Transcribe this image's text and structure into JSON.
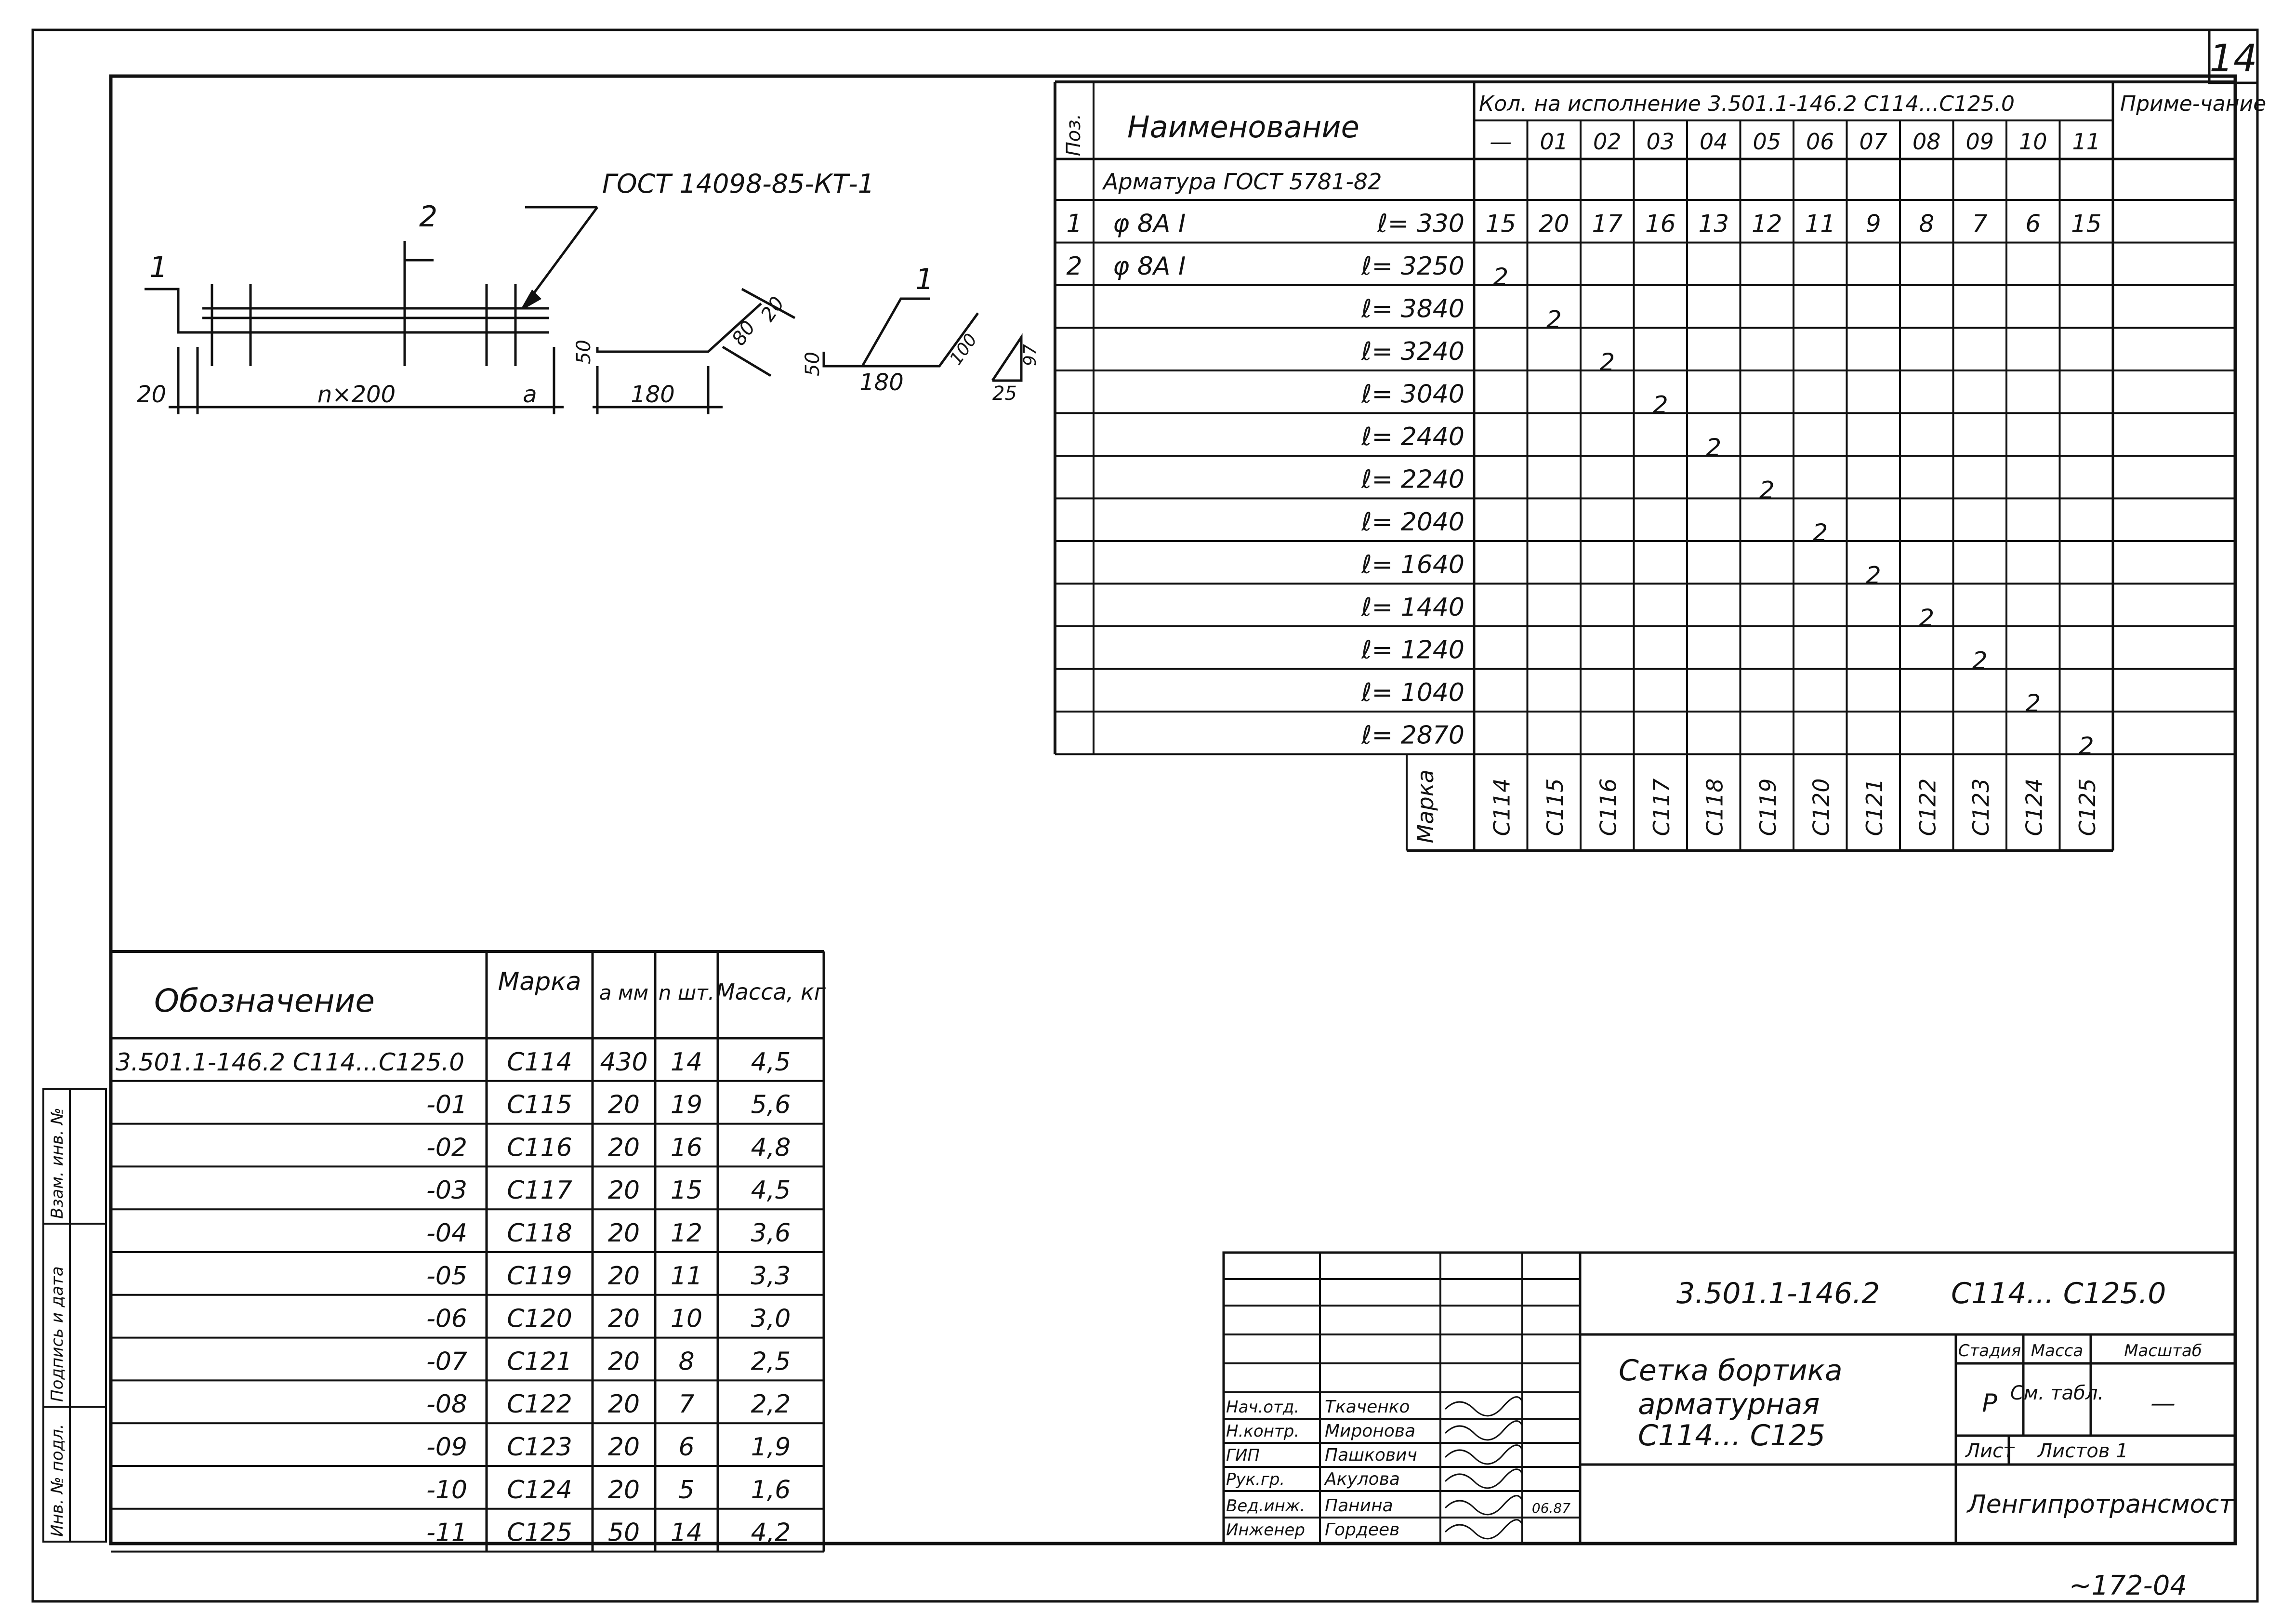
{
  "sheet_number": "14",
  "corner_code": "~172-04",
  "sketch": {
    "gost_label": "ГОСТ 14098-85-КТ-1",
    "callouts": [
      "1",
      "2",
      "1"
    ],
    "dims_mesh": [
      "20",
      "n×200",
      "a"
    ],
    "dims_bar": [
      "50",
      "180",
      "80",
      "20"
    ],
    "dims_bar2": [
      "50",
      "180",
      "100",
      "97",
      "25"
    ]
  },
  "spec": {
    "h_pos": "Поз.",
    "h_name": "Наименование",
    "h_qty": "Кол. на исполнение  3.501.1-146.2      С114...С125.0",
    "h_note": "Приме-чание",
    "variants": [
      "—",
      "01",
      "02",
      "03",
      "04",
      "05",
      "06",
      "07",
      "08",
      "09",
      "10",
      "11"
    ],
    "section": "Арматура  ГОСТ 5781-82",
    "rows": [
      {
        "pos": "1",
        "name": "φ 8А I",
        "len": "ℓ= 330",
        "q": [
          "15",
          "20",
          "17",
          "16",
          "13",
          "12",
          "11",
          "9",
          "8",
          "7",
          "6",
          "15"
        ]
      },
      {
        "pos": "2",
        "name": "φ 8А I",
        "len": "ℓ= 3250",
        "q": [
          "2",
          "",
          "",
          "",
          "",
          "",
          "",
          "",
          "",
          "",
          "",
          ""
        ]
      },
      {
        "pos": "",
        "name": "",
        "len": "ℓ= 3840",
        "q": [
          "",
          "2",
          "",
          "",
          "",
          "",
          "",
          "",
          "",
          "",
          "",
          ""
        ]
      },
      {
        "pos": "",
        "name": "",
        "len": "ℓ= 3240",
        "q": [
          "",
          "",
          "2",
          "",
          "",
          "",
          "",
          "",
          "",
          "",
          "",
          ""
        ]
      },
      {
        "pos": "",
        "name": "",
        "len": "ℓ= 3040",
        "q": [
          "",
          "",
          "",
          "2",
          "",
          "",
          "",
          "",
          "",
          "",
          "",
          ""
        ]
      },
      {
        "pos": "",
        "name": "",
        "len": "ℓ= 2440",
        "q": [
          "",
          "",
          "",
          "",
          "2",
          "",
          "",
          "",
          "",
          "",
          "",
          ""
        ]
      },
      {
        "pos": "",
        "name": "",
        "len": "ℓ= 2240",
        "q": [
          "",
          "",
          "",
          "",
          "",
          "2",
          "",
          "",
          "",
          "",
          "",
          ""
        ]
      },
      {
        "pos": "",
        "name": "",
        "len": "ℓ= 2040",
        "q": [
          "",
          "",
          "",
          "",
          "",
          "",
          "2",
          "",
          "",
          "",
          "",
          ""
        ]
      },
      {
        "pos": "",
        "name": "",
        "len": "ℓ= 1640",
        "q": [
          "",
          "",
          "",
          "",
          "",
          "",
          "",
          "2",
          "",
          "",
          "",
          ""
        ]
      },
      {
        "pos": "",
        "name": "",
        "len": "ℓ= 1440",
        "q": [
          "",
          "",
          "",
          "",
          "",
          "",
          "",
          "",
          "2",
          "",
          "",
          ""
        ]
      },
      {
        "pos": "",
        "name": "",
        "len": "ℓ= 1240",
        "q": [
          "",
          "",
          "",
          "",
          "",
          "",
          "",
          "",
          "",
          "2",
          "",
          ""
        ]
      },
      {
        "pos": "",
        "name": "",
        "len": "ℓ= 1040",
        "q": [
          "",
          "",
          "",
          "",
          "",
          "",
          "",
          "",
          "",
          "",
          "2",
          ""
        ]
      },
      {
        "pos": "",
        "name": "",
        "len": "ℓ= 2870",
        "q": [
          "",
          "",
          "",
          "",
          "",
          "",
          "",
          "",
          "",
          "",
          "",
          "2"
        ]
      }
    ],
    "marka_label": "Марка",
    "marks": [
      "С114",
      "С115",
      "С116",
      "С117",
      "С118",
      "С119",
      "С120",
      "С121",
      "С122",
      "С123",
      "С124",
      "С125"
    ]
  },
  "designation": {
    "headers": [
      "Обозначение",
      "Марка",
      "a мм",
      "n шт.",
      "Масса, кг"
    ],
    "rows": [
      {
        "des": "3.501.1-146.2     С114...С125.0",
        "mark": "С114",
        "a": "430",
        "n": "14",
        "mass": "4,5"
      },
      {
        "des": "-01",
        "mark": "С115",
        "a": "20",
        "n": "19",
        "mass": "5,6"
      },
      {
        "des": "-02",
        "mark": "С116",
        "a": "20",
        "n": "16",
        "mass": "4,8"
      },
      {
        "des": "-03",
        "mark": "С117",
        "a": "20",
        "n": "15",
        "mass": "4,5"
      },
      {
        "des": "-04",
        "mark": "С118",
        "a": "20",
        "n": "12",
        "mass": "3,6"
      },
      {
        "des": "-05",
        "mark": "С119",
        "a": "20",
        "n": "11",
        "mass": "3,3"
      },
      {
        "des": "-06",
        "mark": "С120",
        "a": "20",
        "n": "10",
        "mass": "3,0"
      },
      {
        "des": "-07",
        "mark": "С121",
        "a": "20",
        "n": "8",
        "mass": "2,5"
      },
      {
        "des": "-08",
        "mark": "С122",
        "a": "20",
        "n": "7",
        "mass": "2,2"
      },
      {
        "des": "-09",
        "mark": "С123",
        "a": "20",
        "n": "6",
        "mass": "1,9"
      },
      {
        "des": "-10",
        "mark": "С124",
        "a": "20",
        "n": "5",
        "mass": "1,6"
      },
      {
        "des": "-11",
        "mark": "С125",
        "a": "50",
        "n": "14",
        "mass": "4,2"
      }
    ]
  },
  "side_stamp": [
    "Взам. инв. №",
    "Подпись и дата",
    "Инв. № подл."
  ],
  "title_block": {
    "code": "3.501.1-146.2",
    "range": "С114... С125.0",
    "title_lines": [
      "Сетка бортика",
      "арматурная",
      "С114... С125"
    ],
    "stage_h": "Стадия",
    "mass_h": "Масса",
    "scale_h": "Масштаб",
    "stage": "Р",
    "mass": "См. табл.",
    "scale": "—",
    "sheet_h": "Лист",
    "sheets_h": "Листов 1",
    "org": "Ленгипротрансмост",
    "date": "06.87",
    "signers": [
      {
        "role": "Нач.отд.",
        "name": "Ткаченко"
      },
      {
        "role": "Н.контр.",
        "name": "Миронова"
      },
      {
        "role": "ГИП",
        "name": "Пашкович"
      },
      {
        "role": "Рук.гр.",
        "name": "Акулова"
      },
      {
        "role": "Вед.инж.",
        "name": "Панина"
      },
      {
        "role": "Инженер",
        "name": "Гордеев"
      }
    ]
  }
}
